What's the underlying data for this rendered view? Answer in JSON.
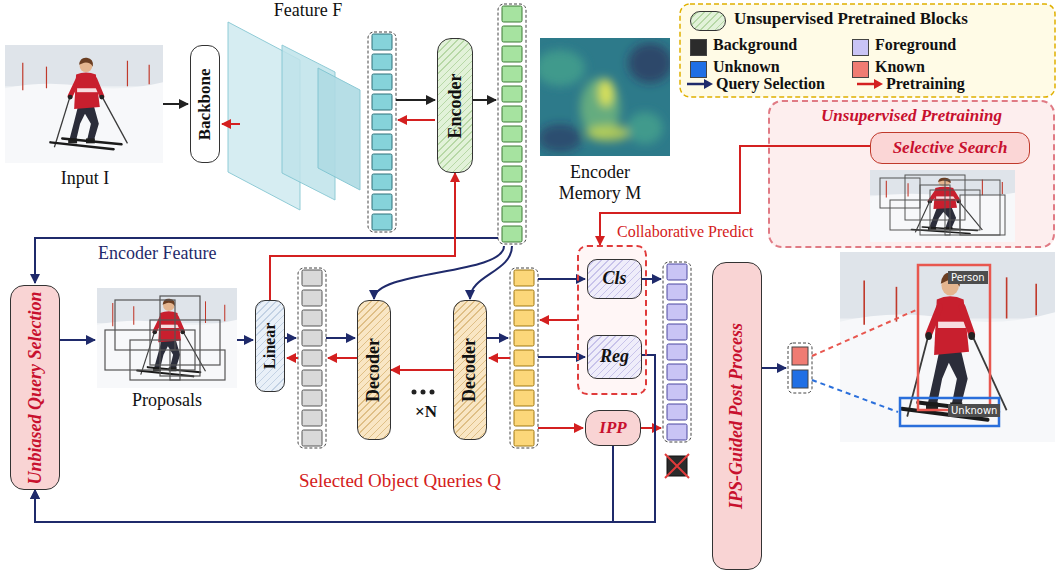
{
  "diagram": {
    "nodes": [
      {
        "text": [
          "Backbone"
        ]
      },
      {
        "text": [
          "Encoder"
        ]
      },
      {
        "text": [
          "Unsupervised Pretraining"
        ]
      },
      {
        "text": [
          "Selective Search"
        ],
        "in": 2
      },
      {
        "text": [
          "Unbiased Query Selection"
        ]
      },
      {
        "text": [
          "Linear"
        ]
      },
      {
        "text": [
          "Decoder"
        ]
      },
      {
        "text": [
          "Decoder"
        ]
      },
      {
        "text": [
          "Collaborative Predict"
        ]
      },
      {
        "text": [
          "Cls"
        ],
        "in": 8
      },
      {
        "text": [
          "Reg"
        ],
        "in": 8
      },
      {
        "text": [
          "IPP"
        ]
      },
      {
        "text": [
          "IPS-Guided Post Process"
        ]
      }
    ],
    "edges": [
      {
        "from": 3,
        "to": 8,
        "arrow": "to"
      },
      {
        "from": 11,
        "to": 4,
        "arrow": "to",
        "label": "Selected Object Queries Q"
      },
      {
        "from": 10,
        "to": 4,
        "arrow": "to"
      },
      {
        "from": 5,
        "to": 1,
        "arrow": "to"
      },
      {
        "from": 7,
        "to": 6,
        "arrow": "to"
      }
    ],
    "labels": [
      "Input I",
      "Feature F",
      "Encoder Memory M",
      "Encoder Feature",
      "Proposals",
      "×N",
      "Person",
      "Unknown"
    ],
    "legend": [
      {
        "text": "Unsupervised Pretrained Blocks"
      },
      {
        "text": "Background",
        "color": "#2b2b2b"
      },
      {
        "text": "Foreground",
        "color": "#c9c4f5"
      },
      {
        "text": "Unknown",
        "color": "#1f6fe5"
      },
      {
        "text": "Known",
        "color": "#f07c73"
      },
      {
        "text": "Query Selection"
      },
      {
        "text": "Pretraining"
      }
    ]
  }
}
